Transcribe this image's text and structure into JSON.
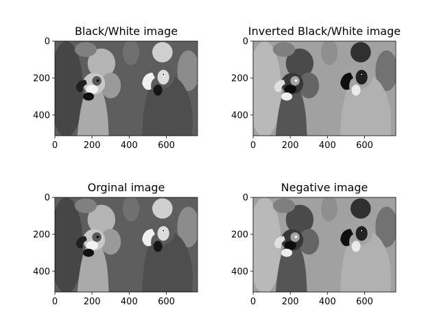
{
  "chart_data": [
    {
      "type": "image",
      "title": "Black/White image",
      "image_kind": "grayscale-parrots",
      "inverted": false,
      "xlim": [
        0,
        768
      ],
      "ylim": [
        512,
        0
      ],
      "xticks": [
        0,
        200,
        400,
        600
      ],
      "yticks": [
        0,
        200,
        400
      ]
    },
    {
      "type": "image",
      "title": "Inverted Black/White image",
      "image_kind": "grayscale-parrots",
      "inverted": true,
      "xlim": [
        0,
        768
      ],
      "ylim": [
        512,
        0
      ],
      "xticks": [
        0,
        200,
        400,
        600
      ],
      "yticks": [
        0,
        200,
        400
      ]
    },
    {
      "type": "image",
      "title": "Orginal image",
      "image_kind": "grayscale-parrots",
      "inverted": false,
      "xlim": [
        0,
        768
      ],
      "ylim": [
        512,
        0
      ],
      "xticks": [
        0,
        200,
        400,
        600
      ],
      "yticks": [
        0,
        200,
        400
      ]
    },
    {
      "type": "image",
      "title": "Negative image",
      "image_kind": "grayscale-parrots",
      "inverted": true,
      "xlim": [
        0,
        768
      ],
      "ylim": [
        512,
        0
      ],
      "xticks": [
        0,
        200,
        400,
        600
      ],
      "yticks": [
        0,
        200,
        400
      ]
    }
  ]
}
